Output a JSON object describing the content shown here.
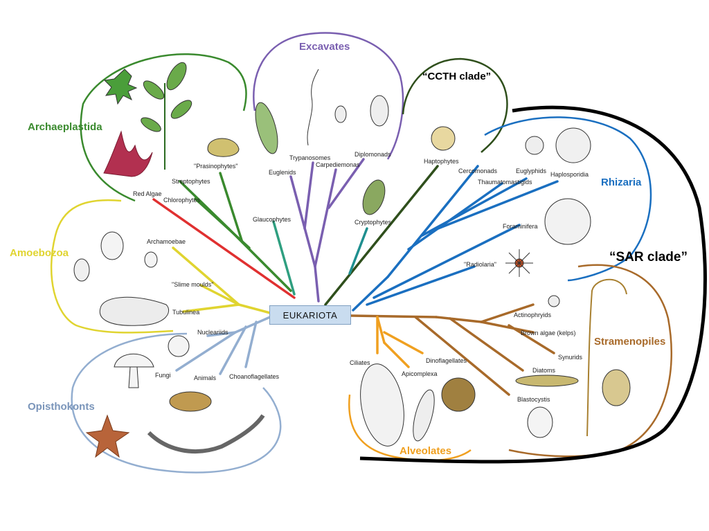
{
  "root": "EUKARIOTA",
  "groups": {
    "archaeplastida": "Archaeplastida",
    "excavates": "Excavates",
    "ccth": "“CCTH clade”",
    "amoebozoa": "Amoebozoa",
    "opisthokonts": "Opisthokonts",
    "rhizaria": "Rhizaria",
    "sar": "“SAR clade”",
    "stramenopiles": "Stramenopiles",
    "alveolates": "Alveolates"
  },
  "taxa": {
    "red_algae": "Red Algae",
    "streptophytes": "Streptophytes",
    "chlorophytes": "Chlorophytes",
    "prasinophytes": "\"Prasinophytes\"",
    "glaucophytes": "Glaucophytes",
    "euglenids": "Euglenids",
    "trypanosomes": "Trypanosomes",
    "carpediemonas": "Carpediemonas",
    "diplomonads": "Diplomonads",
    "haptophytes": "Haptophytes",
    "cryptophytes": "Cryptophytes",
    "archamoebae": "Archamoebae",
    "slime_moulds": "\"Slime moulds\"",
    "tubulinea": "Tubulinea",
    "nucleariids": "Nucleariids",
    "fungi": "Fungi",
    "animals": "Animals",
    "choanoflagellates": "Choanoflagellates",
    "cercomonads": "Cercomonads",
    "euglyphids": "Euglyphids",
    "thaumatomastigids": "Thaumatomastigids",
    "haplosporidia": "Haplosporidia",
    "foraminifera": "Foraminifera",
    "radiolaria": "\"Radiolaria\"",
    "actinophryids": "Actinophryids",
    "brown_algae": "Brown algae (kelps)",
    "synurids": "Synurids",
    "diatoms": "Diatoms",
    "blastocystis": "Blastocystis",
    "ciliates": "Ciliates",
    "apicomplexa": "Apicomplexa",
    "dinoflagellates": "Dinoflagellates"
  },
  "colors": {
    "archaeplastida": "#3a8a2e",
    "excavates": "#7a5fb0",
    "ccth": "#2f4f1c",
    "amoebozoa": "#e0d430",
    "opisthokonts": "#93aed0",
    "rhizaria": "#1a6fc0",
    "sar": "#000000",
    "stramenopiles": "#a86a2a",
    "alveolates": "#f0a020",
    "red_algae_branch": "#e03030",
    "glaucophytes_branch": "#2f9f80"
  }
}
